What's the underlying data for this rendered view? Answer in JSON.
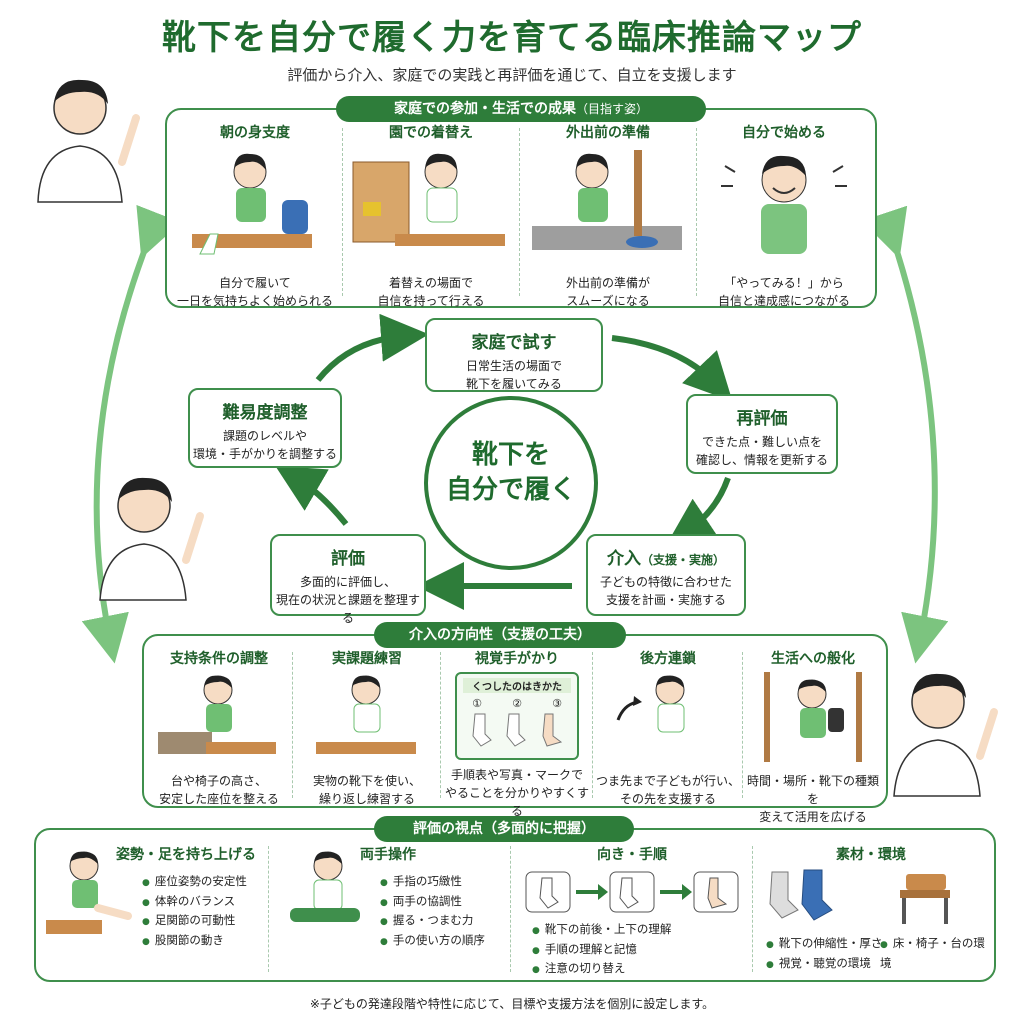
{
  "header": {
    "title": "靴下を自分で履く力を育てる臨床推論マップ",
    "subtitle": "評価から介入、家庭での実践と再評価を通じて、自立を支援します"
  },
  "top_panel": {
    "label": "家庭での参加・生活での成果",
    "label_note": "（目指す姿）",
    "items": [
      {
        "title": "朝の身支度",
        "desc1": "自分で履いて",
        "desc2": "一日を気持ちよく始められる"
      },
      {
        "title": "園での着替え",
        "desc1": "着替えの場面で",
        "desc2": "自信を持って行える"
      },
      {
        "title": "外出前の準備",
        "desc1": "外出前の準備が",
        "desc2": "スムーズになる"
      },
      {
        "title": "自分で始める",
        "desc1": "「やってみる！」から",
        "desc2": "自信と達成感につながる"
      }
    ]
  },
  "cycle": {
    "center1": "靴下を",
    "center2": "自分で履く",
    "home": {
      "title": "家庭で試す",
      "desc1": "日常生活の場面で",
      "desc2": "靴下を履いてみる"
    },
    "reeval": {
      "title": "再評価",
      "desc1": "できた点・難しい点を",
      "desc2": "確認し、情報を更新する"
    },
    "intervention": {
      "title": "介入",
      "title_note": "（支援・実施）",
      "desc1": "子どもの特徴に合わせた",
      "desc2": "支援を計画・実施する"
    },
    "eval": {
      "title": "評価",
      "desc1": "多面的に評価し、",
      "desc2": "現在の状況と課題を整理する"
    },
    "difficulty": {
      "title": "難易度調整",
      "desc1": "課題のレベルや",
      "desc2": "環境・手がかりを調整する"
    }
  },
  "middle_panel": {
    "label": "介入の方向性（支援の工夫）",
    "items": [
      {
        "title": "支持条件の調整",
        "desc1": "台や椅子の高さ、",
        "desc2": "安定した座位を整える"
      },
      {
        "title": "実課題練習",
        "desc1": "実物の靴下を使い、",
        "desc2": "繰り返し練習する"
      },
      {
        "title": "視覚手がかり",
        "desc1": "手順表や写真・マークで",
        "desc2": "やることを分かりやすくする"
      },
      {
        "title": "後方連鎖",
        "desc1": "つま先まで子どもが行い、",
        "desc2": "その先を支援する"
      },
      {
        "title": "生活への般化",
        "desc1": "時間・場所・靴下の種類を",
        "desc2": "変えて活用を広げる"
      }
    ],
    "visual_card": {
      "title": "くつしたのはきかた",
      "steps": [
        "①",
        "②",
        "③"
      ]
    }
  },
  "bottom_panel": {
    "label": "評価の視点（多面的に把握）",
    "sections": [
      {
        "title": "姿勢・足を持ち上げる",
        "bullets": [
          "座位姿勢の安定性",
          "体幹のバランス",
          "足関節の可動性",
          "股関節の動き"
        ]
      },
      {
        "title": "両手操作",
        "bullets": [
          "手指の巧緻性",
          "両手の協調性",
          "握る・つまむ力",
          "手の使い方の順序"
        ]
      },
      {
        "title": "向き・手順",
        "bullets": [
          "靴下の前後・上下の理解",
          "手順の理解と記憶",
          "注意の切り替え"
        ]
      },
      {
        "title": "素材・環境",
        "bullets": [
          "靴下の伸縮性・厚さ",
          "視覚・聴覚の環境"
        ],
        "bullets_right": [
          "床・椅子・台の環境"
        ]
      }
    ]
  },
  "footnote": "※子どもの発達段階や特性に応じて、目標や支援方法を個別に設定します。",
  "colors": {
    "primary": "#2e7d3a",
    "light": "#6fbf73",
    "text": "#1f5f2b"
  }
}
